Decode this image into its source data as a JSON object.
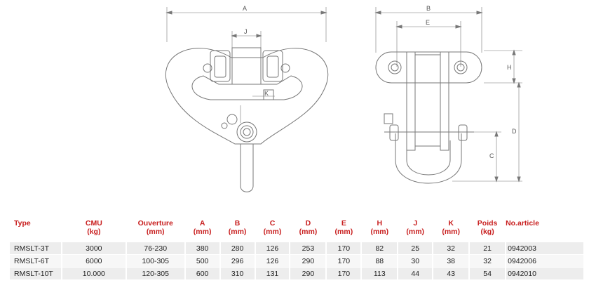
{
  "drawing": {
    "dimensions": [
      "A",
      "J",
      "K",
      "B",
      "E",
      "H",
      "D",
      "C"
    ]
  },
  "table": {
    "headers": [
      {
        "name": "Type",
        "unit": ""
      },
      {
        "name": "CMU",
        "unit": "(kg)"
      },
      {
        "name": "Ouverture",
        "unit": "(mm)"
      },
      {
        "name": "A",
        "unit": "(mm)"
      },
      {
        "name": "B",
        "unit": "(mm)"
      },
      {
        "name": "C",
        "unit": "(mm)"
      },
      {
        "name": "D",
        "unit": "(mm)"
      },
      {
        "name": "E",
        "unit": "(mm)"
      },
      {
        "name": "H",
        "unit": "(mm)"
      },
      {
        "name": "J",
        "unit": "(mm)"
      },
      {
        "name": "K",
        "unit": "(mm)"
      },
      {
        "name": "Poids",
        "unit": "(kg)"
      },
      {
        "name": "No.article",
        "unit": ""
      }
    ],
    "rows": [
      [
        "RMSLT-3T",
        "3000",
        "76-230",
        "380",
        "280",
        "126",
        "253",
        "170",
        "82",
        "25",
        "32",
        "21",
        "0942003"
      ],
      [
        "RMSLT-6T",
        "6000",
        "100-305",
        "500",
        "296",
        "126",
        "290",
        "170",
        "88",
        "30",
        "38",
        "32",
        "0942006"
      ],
      [
        "RMSLT-10T",
        "10.000",
        "120-305",
        "600",
        "310",
        "131",
        "290",
        "170",
        "113",
        "44",
        "43",
        "54",
        "0942010"
      ]
    ]
  }
}
